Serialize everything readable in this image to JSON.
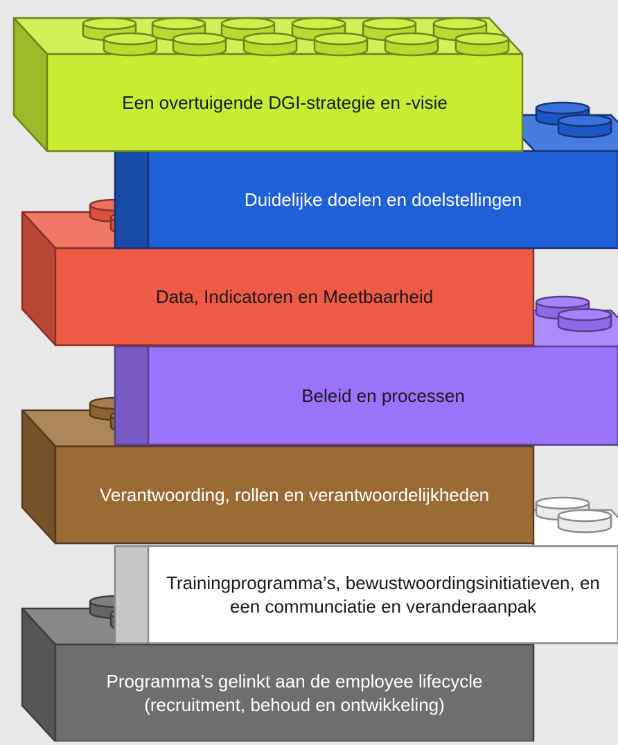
{
  "diagram": {
    "bricks": [
      {
        "label": "Een overtuigende DGI-strategie en -visie",
        "color": "#c9ec33",
        "text_color": "#1a1a1a"
      },
      {
        "label": "Duidelijke doelen en doelstellingen",
        "color": "#1f5fd8",
        "text_color": "#ffffff"
      },
      {
        "label": "Data, Indicatoren en Meetbaarheid",
        "color": "#ee5a45",
        "text_color": "#1a1a1a"
      },
      {
        "label": "Beleid en processen",
        "color": "#9b72fa",
        "text_color": "#1a1a1a"
      },
      {
        "label": "Verantwoording, rollen en verantwoordelijkheden",
        "color": "#9a6b34",
        "text_color": "#ffffff"
      },
      {
        "label": "Trainingprogramma’s, bewustwoordingsinitiatieven, en een communciatie en veranderaanpak",
        "color": "#ffffff",
        "text_color": "#1a1a1a"
      },
      {
        "label": "Programma’s gelinkt aan de employee lifecycle (recruitment, behoud en ontwikkeling)",
        "color": "#6e6e6e",
        "text_color": "#ffffff"
      }
    ]
  }
}
